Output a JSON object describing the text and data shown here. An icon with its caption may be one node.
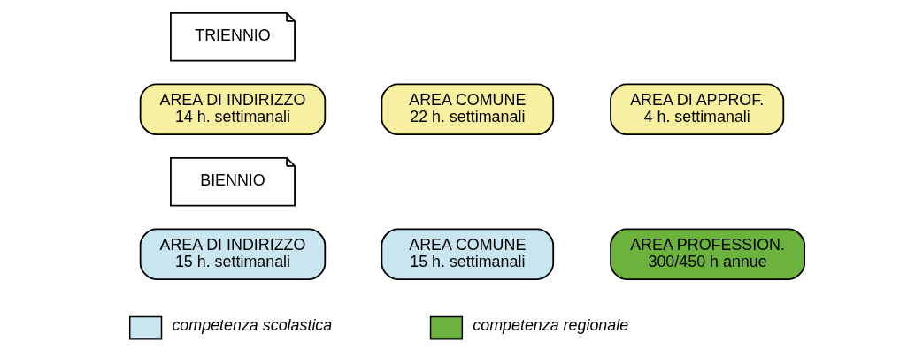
{
  "diagram": {
    "nodes": [
      {
        "text": [
          "TRIENNIO"
        ]
      },
      {
        "text": [
          "AREA COMUNE",
          "22 h. settimanali"
        ]
      },
      {
        "text": [
          "AREA DI INDIRIZZO",
          "14 h. settimanali"
        ]
      },
      {
        "text": [
          "AREA DI APPROF.",
          "4 h. settimanali"
        ]
      },
      {
        "text": [
          "BIENNIO"
        ]
      },
      {
        "text": [
          "AREA COMUNE",
          "15 h. settimanali"
        ]
      },
      {
        "text": [
          "AREA DI INDIRIZZO",
          "15 h. settimanali"
        ]
      },
      {
        "text": [
          "AREA PROFESSION.",
          "300/450 h annue"
        ]
      }
    ],
    "edges": [],
    "legend": [
      {
        "text": "competenza scolastica",
        "color": "#c9e6f0"
      },
      {
        "text": "competenza regionale",
        "color": "#6cb33e"
      }
    ]
  }
}
